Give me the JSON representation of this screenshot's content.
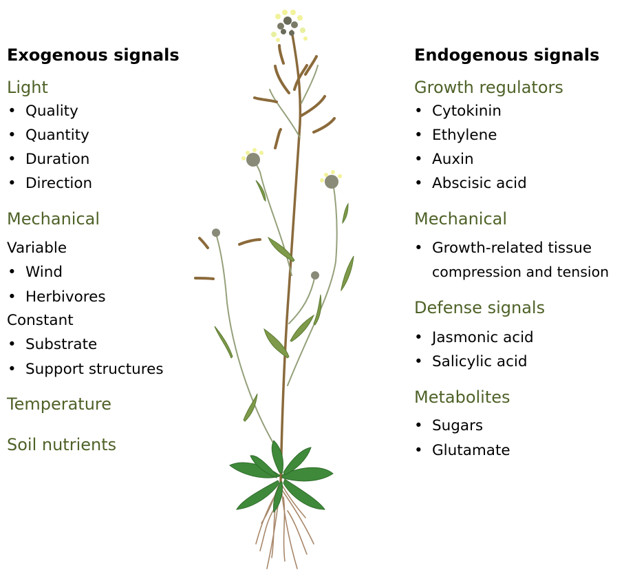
{
  "exogenous": {
    "heading": "Exogenous signals",
    "light": {
      "label": "Light",
      "items": [
        "Quality",
        "Quantity",
        "Duration",
        "Direction"
      ]
    },
    "mechanical": {
      "label": "Mechanical",
      "variable_label": "Variable",
      "variable_items": [
        "Wind",
        "Herbivores"
      ],
      "constant_label": "Constant",
      "constant_items": [
        "Substrate",
        "Support structures"
      ]
    },
    "temperature_label": "Temperature",
    "soil_label": "Soil nutrients"
  },
  "endogenous": {
    "heading": "Endogenous signals",
    "growth_regulators": {
      "label": "Growth regulators",
      "items": [
        "Cytokinin",
        "Ethylene",
        "Auxin",
        "Abscisic acid"
      ]
    },
    "mechanical": {
      "label": "Mechanical",
      "item_line1": "Growth-related tissue",
      "item_line2": "compression and tension"
    },
    "defense": {
      "label": "Defense signals",
      "items": [
        "Jasmonic acid",
        "Salicylic acid"
      ]
    },
    "metabolites": {
      "label": "Metabolites",
      "items": [
        "Sugars",
        "Glutamate"
      ]
    }
  },
  "bullet_char": "•",
  "colors": {
    "subheading": "#4f6228",
    "text": "#000000",
    "leaf": "#6b8e3a",
    "stem": "#8a6a3c",
    "pod": "#8b6a3a",
    "flower": "#f2f29a"
  }
}
